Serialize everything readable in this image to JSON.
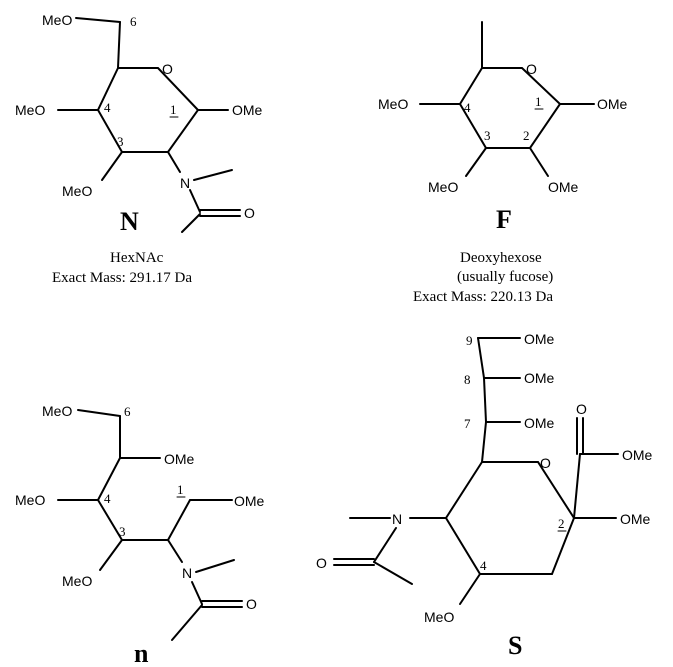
{
  "labels": {
    "ome": "OMe",
    "meo": "MeO",
    "o": "O",
    "n": "N"
  },
  "structure_N": {
    "letter": "N",
    "name": "HexNAc",
    "mass": "Exact Mass: 291.17 Da",
    "pos6": "6",
    "pos4": "4",
    "pos3": "3",
    "pos1": "1"
  },
  "structure_F": {
    "letter": "F",
    "name": "Deoxyhexose",
    "note": "(usually fucose)",
    "mass": "Exact Mass: 220.13 Da",
    "pos4": "4",
    "pos3": "3",
    "pos2": "2",
    "pos1": "1"
  },
  "structure_n": {
    "letter": "n",
    "pos6": "6",
    "pos4": "4",
    "pos3": "3",
    "pos1": "1"
  },
  "structure_S": {
    "letter": "S",
    "pos9": "9",
    "pos8": "8",
    "pos7": "7",
    "pos4": "4",
    "pos2": "2"
  }
}
